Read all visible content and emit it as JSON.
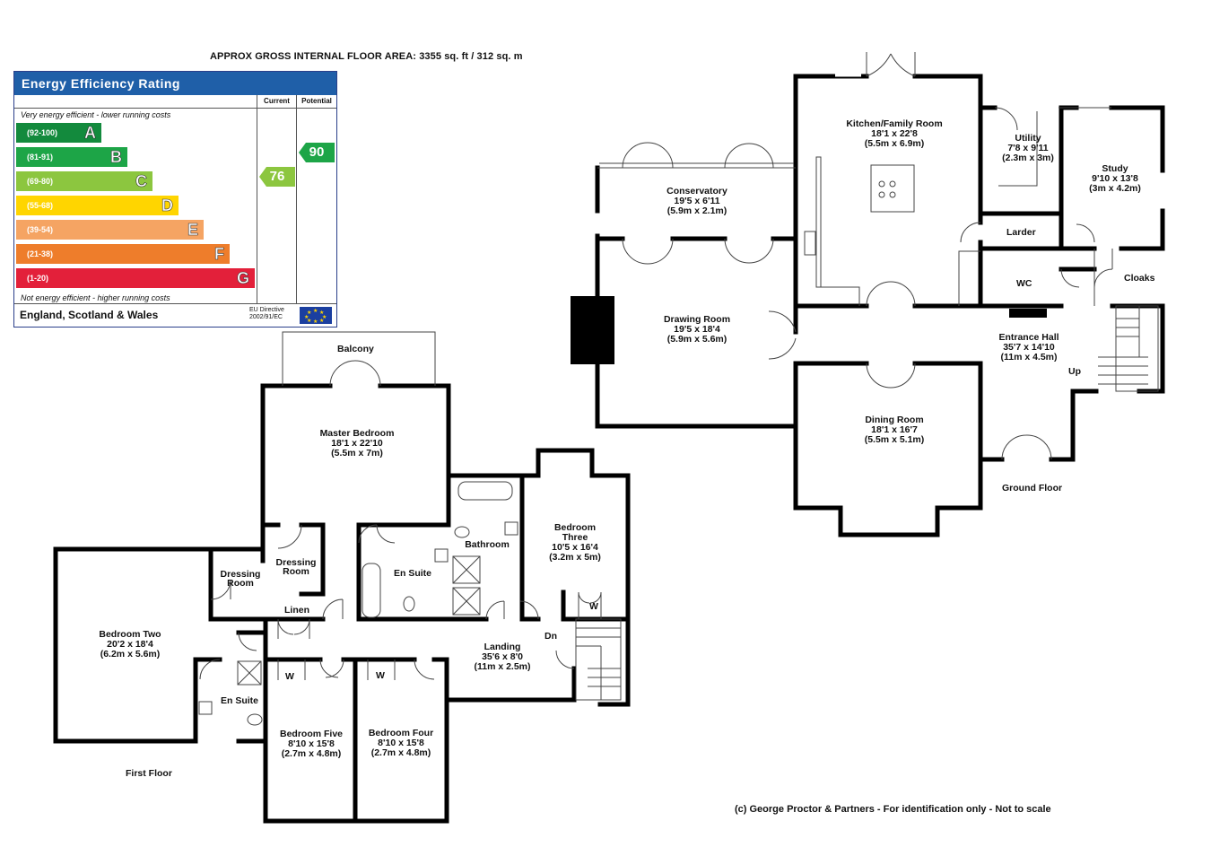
{
  "header": "APPROX GROSS INTERNAL FLOOR AREA:  3355 sq. ft / 312 sq. m",
  "copyright": "(c) George Proctor & Partners - For identification only - Not to scale",
  "energy": {
    "title": "Energy Efficiency Rating",
    "col_current": "Current",
    "col_potential": "Potential",
    "top_note": "Very energy efficient - lower running costs",
    "bottom_note": "Not energy efficient - higher running costs",
    "footer": "England, Scotland & Wales",
    "eu_line1": "EU Directive",
    "eu_line2": "2002/91/EC",
    "current": "76",
    "potential": "90",
    "bands": [
      {
        "range": "(92-100)",
        "letter": "A",
        "color": "#138a3d"
      },
      {
        "range": "(81-91)",
        "letter": "B",
        "color": "#1da547"
      },
      {
        "range": "(69-80)",
        "letter": "C",
        "color": "#8cc63f"
      },
      {
        "range": "(55-68)",
        "letter": "D",
        "color": "#ffd500"
      },
      {
        "range": "(39-54)",
        "letter": "E",
        "color": "#f5a463"
      },
      {
        "range": "(21-38)",
        "letter": "F",
        "color": "#ee7d2b"
      },
      {
        "range": "(1-20)",
        "letter": "G",
        "color": "#e3203a"
      }
    ],
    "current_color": "#8cc63f",
    "potential_color": "#1da547"
  },
  "first_floor": {
    "label": "First Floor",
    "rooms": {
      "balcony": {
        "name": "Balcony"
      },
      "master": {
        "name": "Master Bedroom",
        "imp": "18'1 x 22'10",
        "met": "(5.5m x 7m)"
      },
      "bed_two": {
        "name": "Bedroom Two",
        "imp": "20'2 x 18'4",
        "met": "(6.2m x 5.6m)"
      },
      "dressing1": {
        "name1": "Dressing",
        "name2": "Room"
      },
      "dressing2": {
        "name1": "Dressing",
        "name2": "Room"
      },
      "en_suite1": {
        "name": "En Suite"
      },
      "en_suite2": {
        "name": "En Suite"
      },
      "bathroom": {
        "name": "Bathroom"
      },
      "bed_three": {
        "name1": "Bedroom",
        "name2": "Three",
        "imp": "10'5 x 16'4",
        "met": "(3.2m x 5m)"
      },
      "linen": {
        "name": "Linen"
      },
      "landing": {
        "name": "Landing",
        "imp": "35'6 x 8'0",
        "met": "(11m x 2.5m)"
      },
      "bed_five": {
        "name": "Bedroom Five",
        "imp": "8'10 x 15'8",
        "met": "(2.7m x 4.8m)"
      },
      "bed_four": {
        "name": "Bedroom Four",
        "imp": "8'10 x 15'8",
        "met": "(2.7m x 4.8m)"
      },
      "w1": "W",
      "w2": "W",
      "w3": "W",
      "dn": "Dn"
    }
  },
  "ground_floor": {
    "label": "Ground Floor",
    "rooms": {
      "kitchen": {
        "name": "Kitchen/Family Room",
        "imp": "18'1 x 22'8",
        "met": "(5.5m x 6.9m)"
      },
      "utility": {
        "name": "Utility",
        "imp": "7'8 x 9'11",
        "met": "(2.3m x 3m)"
      },
      "study": {
        "name": "Study",
        "imp": "9'10 x 13'8",
        "met": "(3m x 4.2m)"
      },
      "conservatory": {
        "name": "Conservatory",
        "imp": "19'5 x 6'11",
        "met": "(5.9m x 2.1m)"
      },
      "larder": {
        "name": "Larder"
      },
      "wc": {
        "name": "WC"
      },
      "cloaks": {
        "name": "Cloaks"
      },
      "drawing": {
        "name": "Drawing Room",
        "imp": "19'5 x 18'4",
        "met": "(5.9m x 5.6m)"
      },
      "hall": {
        "name": "Entrance Hall",
        "imp": "35'7 x 14'10",
        "met": "(11m x 4.5m)"
      },
      "dining": {
        "name": "Dining Room",
        "imp": "18'1 x 16'7",
        "met": "(5.5m x 5.1m)"
      },
      "up": "Up"
    }
  }
}
